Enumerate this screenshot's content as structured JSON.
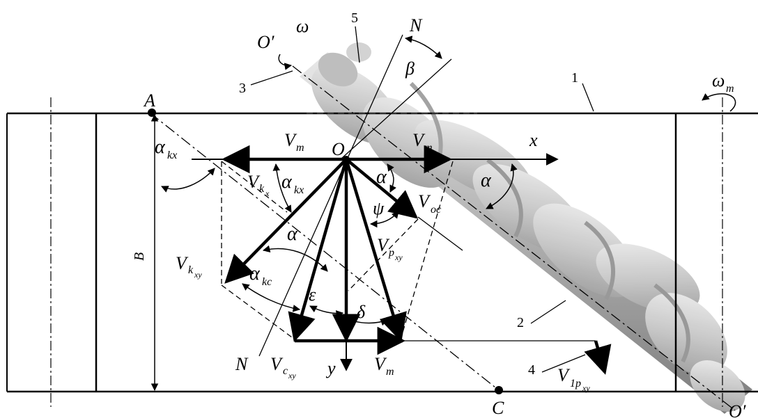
{
  "figure": {
    "labels": {
      "A": "A",
      "C": "C",
      "O": "O",
      "O_prime_top": "O′",
      "O_prime_bottom": "O′",
      "N_top": "N",
      "N_bottom": "N",
      "omega": "ω",
      "omega_m": "ω",
      "omega_m_sub": "m",
      "beta": "β",
      "x": "x",
      "y": "y",
      "B": "B",
      "alpha_right": "α",
      "alpha_small": "α",
      "alpha_mid": "α",
      "psi": "ψ",
      "epsilon": "ε",
      "delta": "δ",
      "V": "V",
      "sub_m": "m",
      "sub_oc": "oc",
      "sub_kx": "kx",
      "sub_kc": "kc",
      "sub_k": "k",
      "sub_x": "x",
      "sub_p": "p",
      "sub_xy": "xy",
      "sub_c": "c",
      "sub_1p": "1p"
    },
    "part_numbers": [
      "1",
      "2",
      "3",
      "4",
      "5"
    ]
  }
}
